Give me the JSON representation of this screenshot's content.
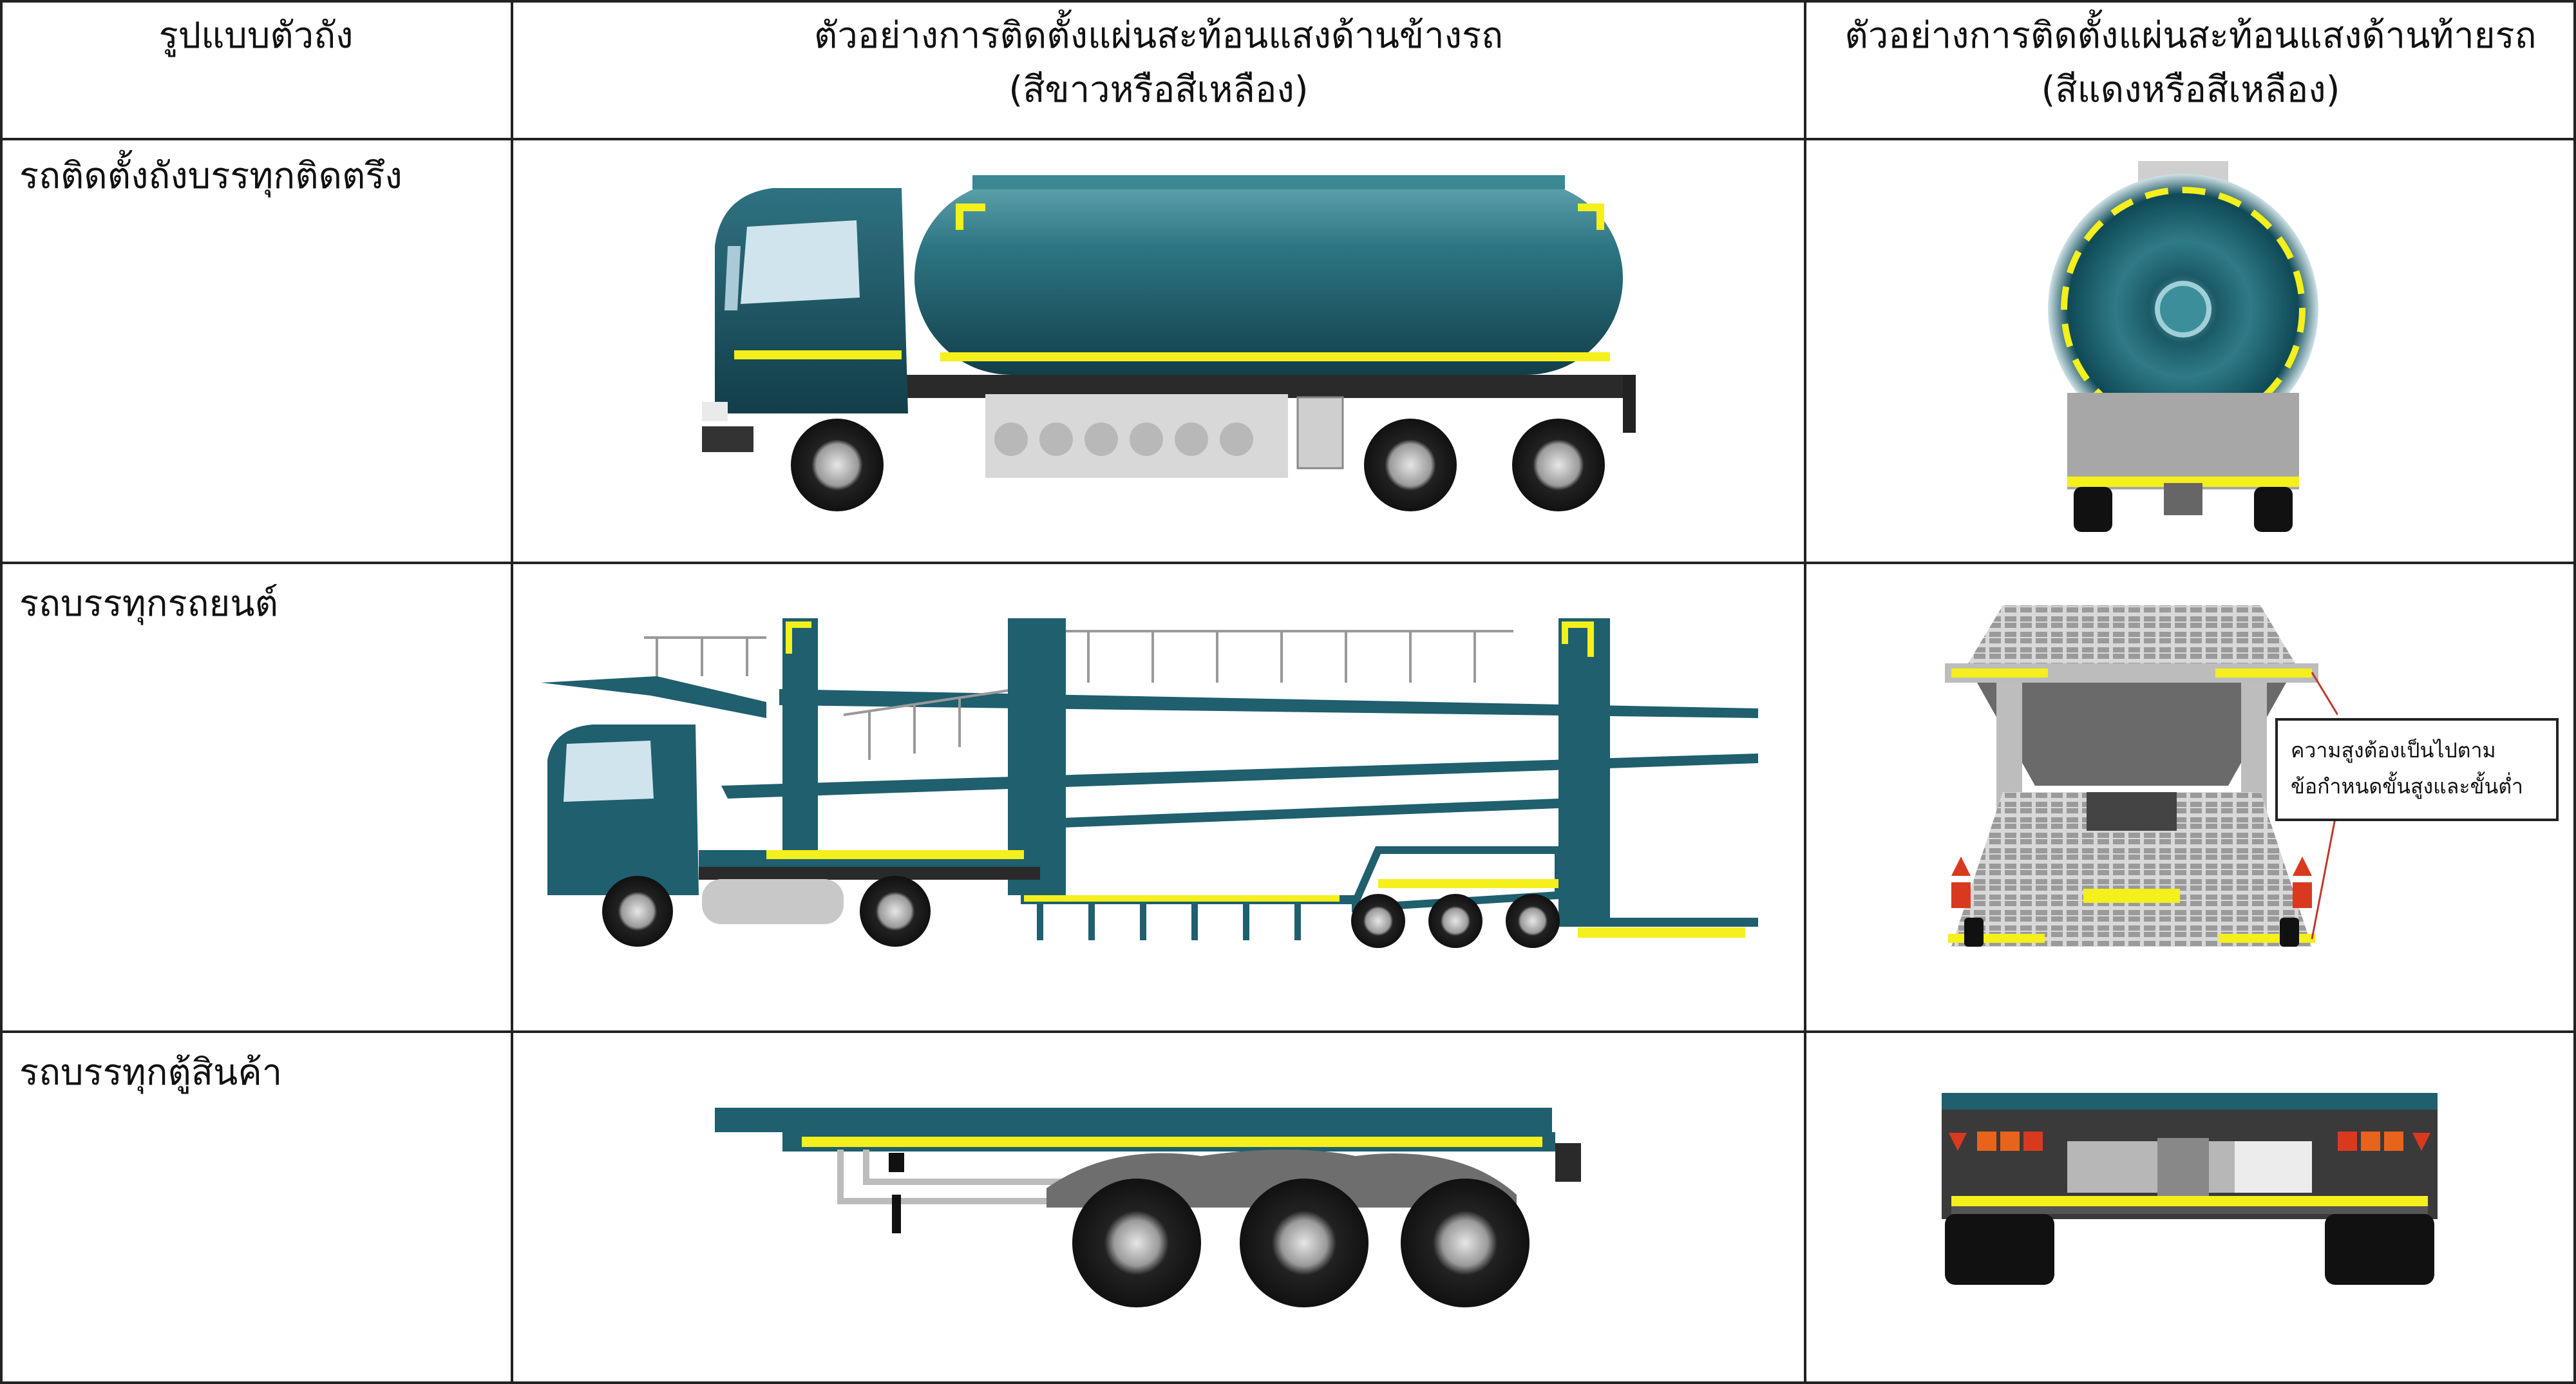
{
  "table": {
    "headers": [
      {
        "line1": "รูปแบบตัวถัง",
        "line2": ""
      },
      {
        "line1": "ตัวอย่างการติดตั้งแผ่นสะท้อนแสงด้านข้างรถ",
        "line2": "(สีขาวหรือสีเหลือง)"
      },
      {
        "line1": "ตัวอย่างการติดตั้งแผ่นสะท้อนแสงด้านท้ายรถ",
        "line2": "(สีแดงหรือสีเหลือง)"
      }
    ],
    "rows": [
      {
        "label": "รถติดตั้งถังบรรทุกติดตรึง",
        "side_icon": "tanker-truck-side-illustration",
        "rear_icon": "tanker-truck-rear-illustration"
      },
      {
        "label": "รถบรรทุกรถยนต์",
        "side_icon": "car-carrier-side-illustration",
        "rear_icon": "car-carrier-rear-illustration"
      },
      {
        "label": "รถบรรทุกตู้สินค้า",
        "side_icon": "container-trailer-side-illustration",
        "rear_icon": "container-trailer-rear-illustration"
      }
    ]
  },
  "callout": {
    "line1": "ความสูงต้องเป็นไปตาม",
    "line2": "ข้อกำหนดขั้นสูงและขั้นต่ำ"
  },
  "colors": {
    "body_teal": "#1f5f6e",
    "reflector_yellow": "#f5ef1c",
    "grid_line": "#222222"
  }
}
